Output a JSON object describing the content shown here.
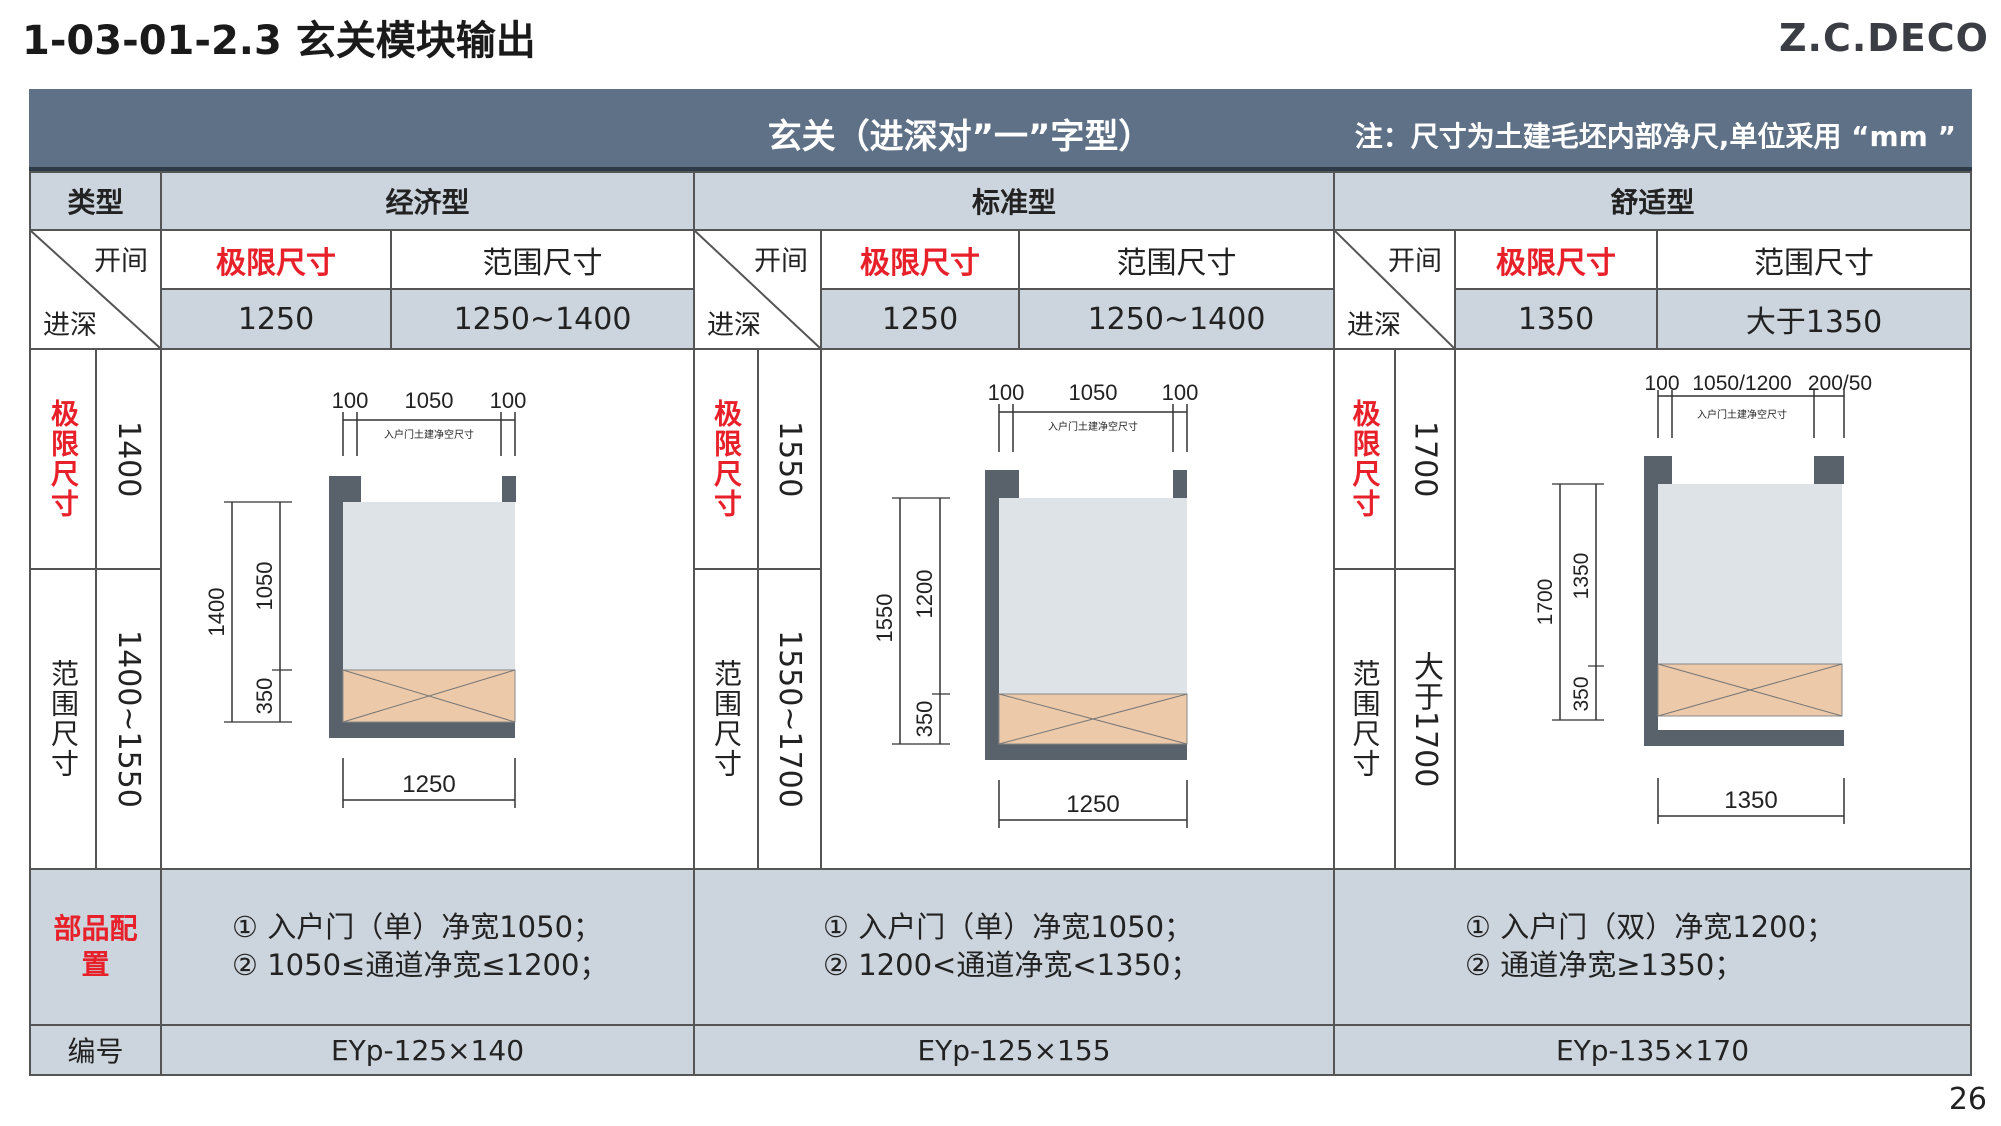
{
  "page": {
    "title": "1-03-01-2.3 玄关模块输出",
    "brand": "Z.C.DECO",
    "page_number": "26"
  },
  "header": {
    "title": "玄关（进深对”一”字型）",
    "note": "注：尺寸为土建毛坯内部净尺,单位采用 “mm ”"
  },
  "labels": {
    "type": "类型",
    "width": "开间",
    "depth": "进深",
    "limit_size": "极限尺寸",
    "range_size": "范围尺寸",
    "limit_size_v": "极限尺寸",
    "range_size_v": "范围尺寸",
    "parts_config": "部品配置",
    "code": "编号"
  },
  "columns": [
    {
      "name": "经济型",
      "limit_width": "1250",
      "range_width": "1250~1400",
      "limit_depth": "1400",
      "range_depth": "1400~1550",
      "config": [
        "①  入户门（单）净宽1050；",
        "②  1050≤通道净宽≤1200；"
      ],
      "code": "EYp-125×140",
      "drawing": {
        "top_left": "100",
        "top_mid": "1050",
        "top_right": "100",
        "door_note": "入户门土建净空尺寸",
        "total_depth": "1400",
        "upper_depth": "1050",
        "lower_depth": "350",
        "bottom_width": "1250"
      }
    },
    {
      "name": "标准型",
      "limit_width": "1250",
      "range_width": "1250~1400",
      "limit_depth": "1550",
      "range_depth": "1550~1700",
      "config": [
        "①  入户门（单）净宽1050；",
        "②  1200<通道净宽<1350；"
      ],
      "code": "EYp-125×155",
      "drawing": {
        "top_left": "100",
        "top_mid": "1050",
        "top_right": "100",
        "door_note": "入户门土建净空尺寸",
        "total_depth": "1550",
        "upper_depth": "1200",
        "lower_depth": "350",
        "bottom_width": "1250"
      }
    },
    {
      "name": "舒适型",
      "limit_width": "1350",
      "range_width": "大于1350",
      "limit_depth": "1700",
      "range_depth": "大于1700",
      "config": [
        "①  入户门（双）净宽1200；",
        "②  通道净宽≥1350；"
      ],
      "code": "EYp-135×170",
      "drawing": {
        "top_left": "100",
        "top_mid": "1050/1200",
        "top_right": "200/50",
        "door_note": "入户门土建净空尺寸",
        "total_depth": "1700",
        "upper_depth": "1350",
        "lower_depth": "350",
        "bottom_width": "1350"
      }
    }
  ],
  "colors": {
    "header": "#5f7186",
    "cell_gray": "#ccd4dd",
    "accent_red": "#e8202a",
    "wall": "#59626b",
    "room_fill": "#dde3e6",
    "cabinet": "#ecc9a9"
  }
}
